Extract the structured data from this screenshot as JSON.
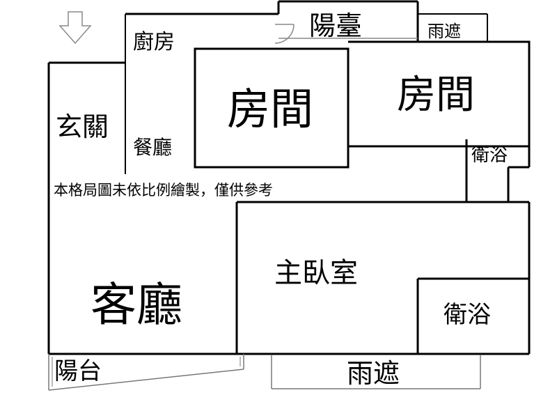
{
  "floorplan": {
    "rooms": {
      "balcony_top": "陽臺",
      "canopy_top": "雨遮",
      "kitchen": "廚房",
      "room_1": "房間",
      "room_2": "房間",
      "bath_1": "衛浴",
      "entrance": "玄關",
      "dining": "餐廳",
      "living": "客廳",
      "master_bedroom": "主臥室",
      "bath_2": "衛浴",
      "balcony_bottom": "陽台",
      "canopy_bottom": "雨遮"
    },
    "disclaimer": "本格局圖未依比例繪製，僅供參考"
  }
}
